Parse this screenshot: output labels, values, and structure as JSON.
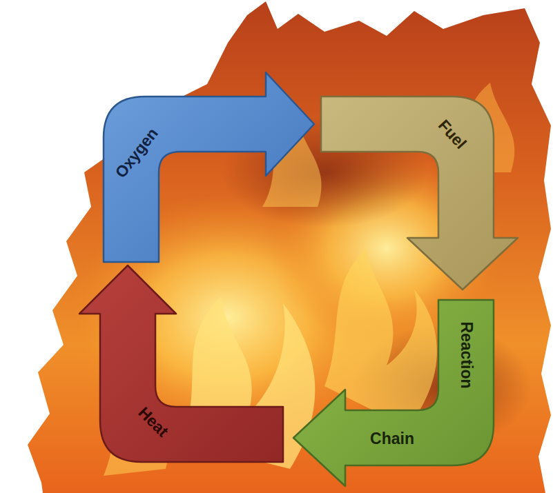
{
  "diagram": {
    "nodes": [
      {
        "text": [
          "Oxygen"
        ]
      },
      {
        "text": [
          "Fuel"
        ]
      },
      {
        "text": [
          "Reaction",
          "Chain"
        ]
      },
      {
        "text": [
          "Heat"
        ]
      }
    ]
  }
}
